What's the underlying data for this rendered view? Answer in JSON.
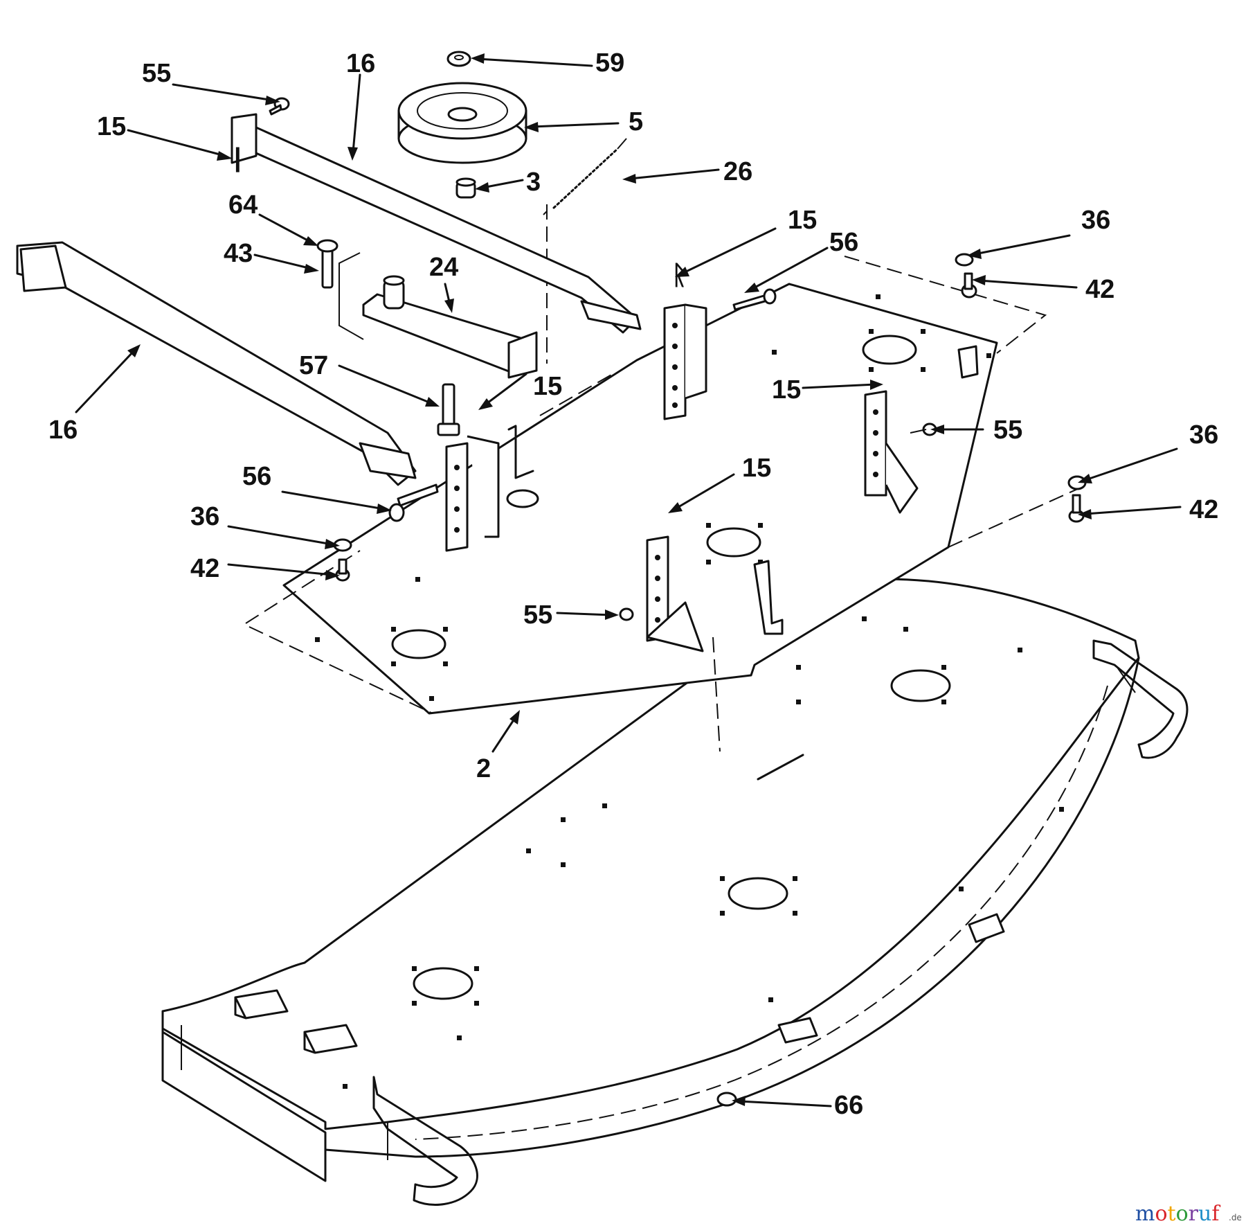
{
  "diagram": {
    "callouts": [
      {
        "id": "c55a",
        "text": "55"
      },
      {
        "id": "c16a",
        "text": "16"
      },
      {
        "id": "c59",
        "text": "59"
      },
      {
        "id": "c15a",
        "text": "15"
      },
      {
        "id": "c5",
        "text": "5"
      },
      {
        "id": "c3",
        "text": "3"
      },
      {
        "id": "c26",
        "text": "26"
      },
      {
        "id": "c64",
        "text": "64"
      },
      {
        "id": "c43",
        "text": "43"
      },
      {
        "id": "c24",
        "text": "24"
      },
      {
        "id": "c15b",
        "text": "15"
      },
      {
        "id": "c56a",
        "text": "56"
      },
      {
        "id": "c36a",
        "text": "36"
      },
      {
        "id": "c42a",
        "text": "42"
      },
      {
        "id": "c57",
        "text": "57"
      },
      {
        "id": "c15c",
        "text": "15"
      },
      {
        "id": "c15d",
        "text": "15"
      },
      {
        "id": "c55b",
        "text": "55"
      },
      {
        "id": "c16b",
        "text": "16"
      },
      {
        "id": "c36b",
        "text": "36"
      },
      {
        "id": "c42b",
        "text": "42"
      },
      {
        "id": "c56b",
        "text": "56"
      },
      {
        "id": "c15e",
        "text": "15"
      },
      {
        "id": "c36c",
        "text": "36"
      },
      {
        "id": "c42c",
        "text": "42"
      },
      {
        "id": "c55c",
        "text": "55"
      },
      {
        "id": "c2",
        "text": "2"
      },
      {
        "id": "c66",
        "text": "66"
      }
    ]
  },
  "watermark": {
    "brand": "motoruf",
    "suffix": ".de"
  },
  "colors": {
    "ink": "#111111",
    "paper": "#ffffff",
    "wm_m": "#1f4fa3",
    "wm_o": "#d9262b",
    "wm_t": "#f0a500",
    "wm_r": "#2e9a3a",
    "wm_u": "#7a3fa0",
    "wm_f": "#1f8fc9"
  }
}
